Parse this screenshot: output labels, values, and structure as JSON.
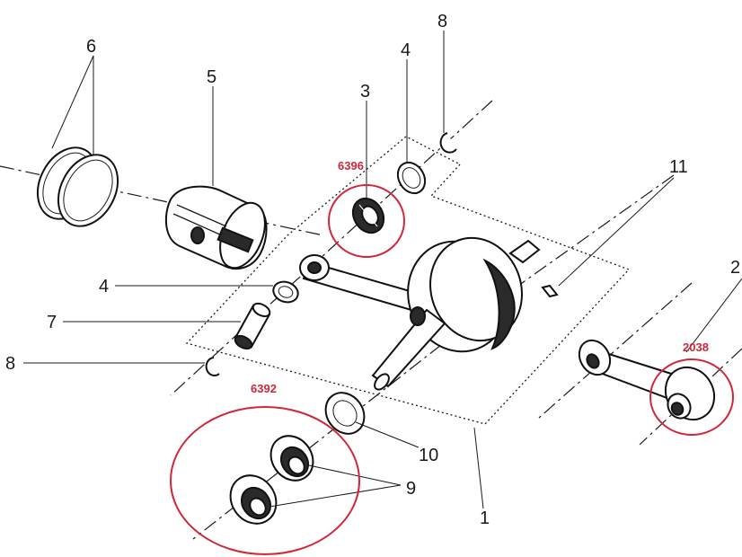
{
  "diagram": {
    "callouts": {
      "c1": "1",
      "c2": "2",
      "c3": "3",
      "c4a": "4",
      "c4b": "4",
      "c5": "5",
      "c6": "6",
      "c7": "7",
      "c8a": "8",
      "c8b": "8",
      "c9": "9",
      "c10": "10",
      "c11": "11"
    },
    "part_numbers": {
      "small_end_bearing": "6396",
      "main_bearings": "6392",
      "connecting_rod": "2038"
    },
    "colors": {
      "ink": "#1a1a1a",
      "highlight": "#d0283a"
    }
  }
}
